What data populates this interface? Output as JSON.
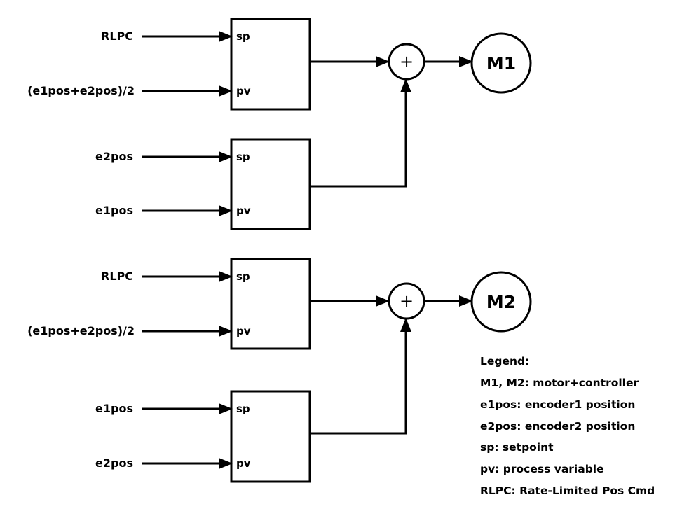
{
  "groups": [
    {
      "upper": {
        "sp_input": "RLPC",
        "pv_input": "(e1pos+e2pos)/2",
        "sp_port": "sp",
        "pv_port": "pv"
      },
      "lower": {
        "sp_input": "e2pos",
        "pv_input": "e1pos",
        "sp_port": "sp",
        "pv_port": "pv"
      },
      "sum_symbol": "+",
      "motor": "M1"
    },
    {
      "upper": {
        "sp_input": "RLPC",
        "pv_input": "(e1pos+e2pos)/2",
        "sp_port": "sp",
        "pv_port": "pv"
      },
      "lower": {
        "sp_input": "e1pos",
        "pv_input": "e2pos",
        "sp_port": "sp",
        "pv_port": "pv"
      },
      "sum_symbol": "+",
      "motor": "M2"
    }
  ],
  "legend": {
    "title": "Legend:",
    "entries": [
      "M1, M2: motor+controller",
      "e1pos: encoder1 position",
      "e2pos: encoder2 position",
      "sp: setpoint",
      "pv: process variable",
      "RLPC: Rate-Limited Pos Cmd"
    ]
  }
}
